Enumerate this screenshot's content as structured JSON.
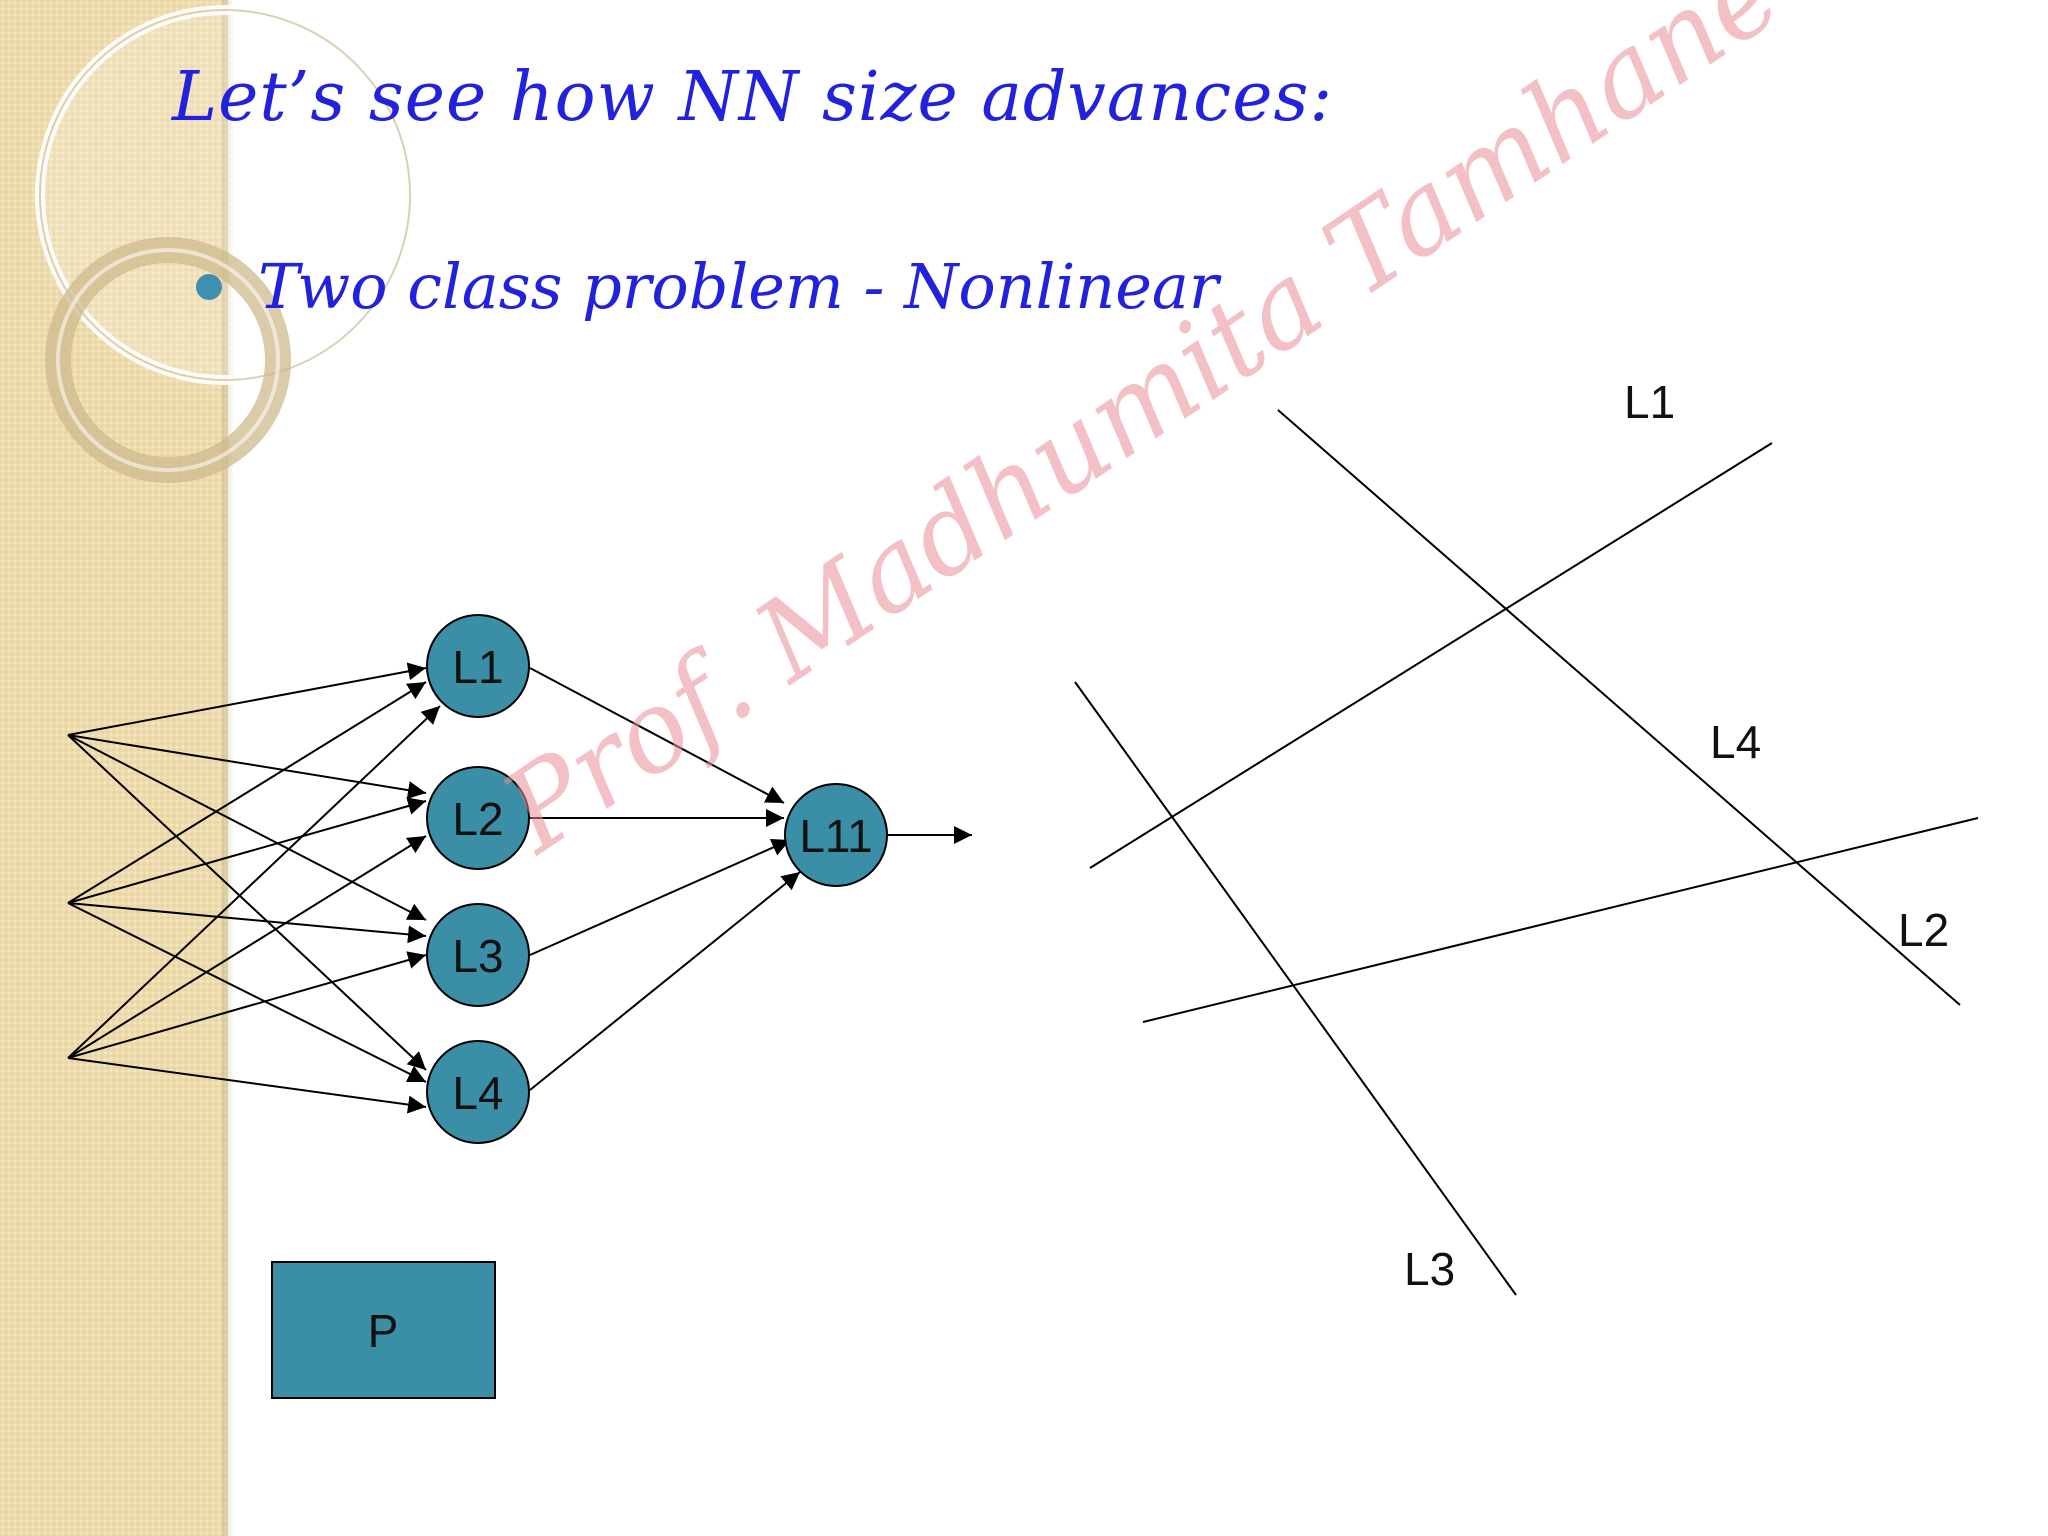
{
  "slide": {
    "title": "Let’s see how NN size advances:",
    "bullet": "Two class problem  - Nonlinear",
    "watermark": "Prof. Madhumita Tamhane"
  },
  "network": {
    "hidden_nodes": [
      "L1",
      "L2",
      "L3",
      "L4"
    ],
    "output_node": "L11",
    "box_label": "P"
  },
  "boundary_lines": {
    "labels": [
      "L1",
      "L4",
      "L2",
      "L3"
    ]
  },
  "colors": {
    "title_text": "#2222dd",
    "bullet": "#3f8fb0",
    "node_fill": "#3a8fa6",
    "sidebar": "#eedcac",
    "watermark": "#e88c96"
  }
}
